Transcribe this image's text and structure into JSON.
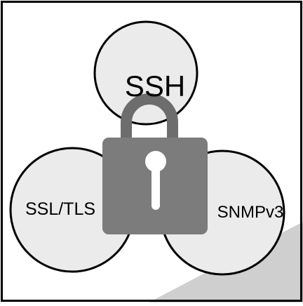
{
  "diagram": {
    "nodes": [
      {
        "id": "ssh",
        "label": "SSH"
      },
      {
        "id": "ssl-tls",
        "label": "SSL/TLS"
      },
      {
        "id": "snmpv3",
        "label": "SNMPv3"
      }
    ],
    "center": {
      "icon": "padlock-icon"
    }
  },
  "colors": {
    "circle_fill": "#ebebeb",
    "circle_stroke": "#000000",
    "lock_body": "#7c7c7c",
    "lock_shackle": "#6d6d6d",
    "keyhole": "#ffffff",
    "corner_shade": "#cfcfcf",
    "text": "#000000",
    "border": "#000000"
  }
}
